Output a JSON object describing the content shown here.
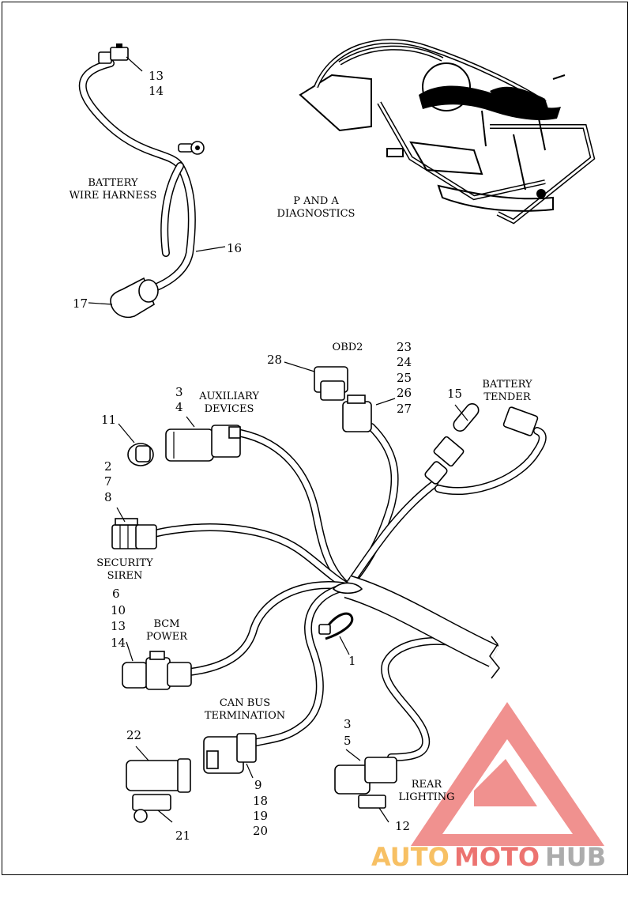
{
  "title_labels": {
    "battery_wire_harness": [
      "BATTERY",
      "WIRE HARNESS"
    ],
    "p_and_a_diagnostics": [
      "P AND A",
      "DIAGNOSTICS"
    ],
    "obd2": "OBD2",
    "battery_tender": [
      "BATTERY",
      "TENDER"
    ],
    "auxiliary_devices": [
      "AUXILIARY",
      "DEVICES"
    ],
    "security_siren": [
      "SECURITY",
      "SIREN"
    ],
    "bcm_power": [
      "BCM",
      "POWER"
    ],
    "can_bus_termination": [
      "CAN BUS",
      "TERMINATION"
    ],
    "rear_lighting": [
      "REAR",
      "LIGHTING"
    ]
  },
  "callouts": {
    "c13_14_top": [
      "13",
      "14"
    ],
    "c16": "16",
    "c17": "17",
    "c28": "28",
    "c23_27": [
      "23",
      "24",
      "25",
      "26",
      "27"
    ],
    "c15": "15",
    "c3_4": [
      "3",
      "4"
    ],
    "c11": "11",
    "c2_7_8": [
      "2",
      "7",
      "8"
    ],
    "c6_14": [
      "6",
      "10",
      "13",
      "14"
    ],
    "c1": "1",
    "c22": "22",
    "c9_20": [
      "9",
      "18",
      "19",
      "20"
    ],
    "c3_5": [
      "3",
      "5"
    ],
    "c12": "12",
    "c21": "21"
  },
  "watermark": {
    "part1": "AUTO",
    "part2": "MOTO",
    "part3": "HUB",
    "color_orange": "#f5a623",
    "color_red": "#e53935",
    "color_gray": "#8a8a8a"
  }
}
